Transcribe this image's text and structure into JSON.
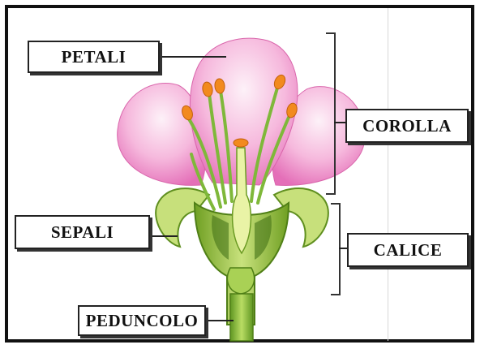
{
  "labels": {
    "petali": "PETALI",
    "corolla": "COROLLA",
    "sepali": "SEPALI",
    "calice": "CALICE",
    "peduncolo": "PEDUNCOLO"
  },
  "colors": {
    "petal": "#e87fc0",
    "petal_light": "#fbe6f3",
    "sepal": "#9bc43c",
    "stem": "#7fb83a",
    "anther": "#f28a1e"
  }
}
